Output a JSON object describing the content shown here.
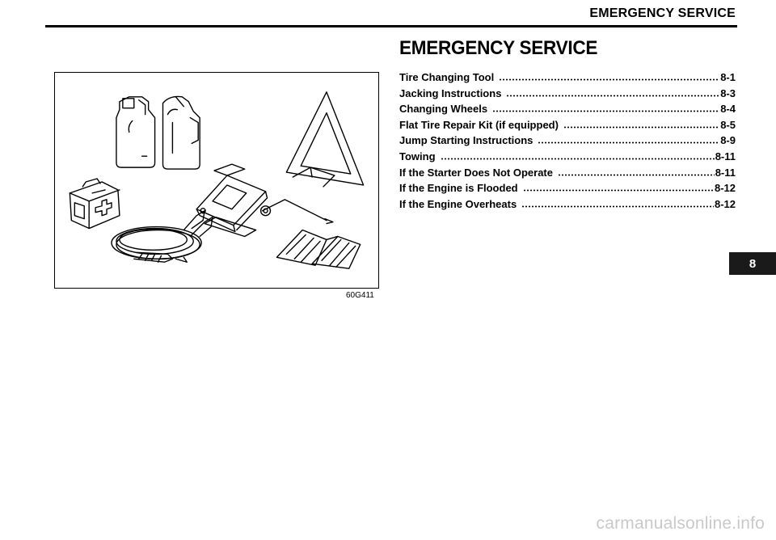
{
  "running_header": "EMERGENCY SERVICE",
  "section_title": "EMERGENCY SERVICE",
  "figure": {
    "code": "60G411"
  },
  "toc": [
    {
      "label": "Tire Changing Tool",
      "page": "8-1"
    },
    {
      "label": "Jacking Instructions",
      "page": "8-3"
    },
    {
      "label": "Changing Wheels",
      "page": "8-4"
    },
    {
      "label": "Flat Tire Repair Kit (if equipped)",
      "page": "8-5"
    },
    {
      "label": "Jump Starting Instructions",
      "page": "8-9"
    },
    {
      "label": "Towing",
      "page": "8-11"
    },
    {
      "label": "If the Starter Does Not Operate",
      "page": "8-11"
    },
    {
      "label": "If the Engine is Flooded",
      "page": "8-12"
    },
    {
      "label": "If the Engine Overheats",
      "page": "8-12"
    }
  ],
  "chapter_tab": "8",
  "watermark": "carmanualsonline.info",
  "colors": {
    "ink": "#000000",
    "tab": "#1a1a1a",
    "watermark": "#c9c9c9"
  }
}
